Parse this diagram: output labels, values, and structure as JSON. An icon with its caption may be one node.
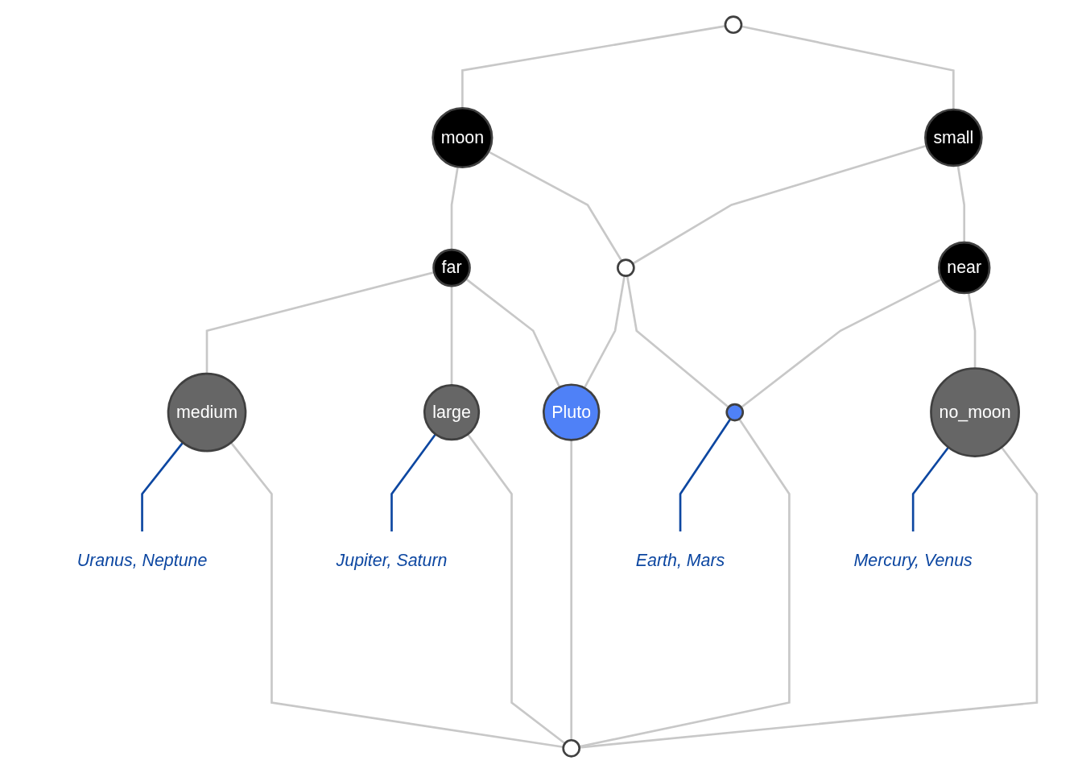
{
  "diagram": {
    "nodes": [
      {
        "text": [],
        "shape": "circle"
      },
      {
        "text": [
          "moon"
        ]
      },
      {
        "text": [
          "small"
        ]
      },
      {
        "text": [
          "far"
        ]
      },
      {
        "text": [],
        "shape": "circle"
      },
      {
        "text": [
          "near"
        ]
      },
      {
        "text": [
          "medium"
        ]
      },
      {
        "text": [
          "large"
        ]
      },
      {
        "text": [
          "Pluto"
        ]
      },
      {
        "text": [],
        "shape": "circle"
      },
      {
        "text": [
          "no_moon"
        ]
      },
      {
        "text": [
          "Uranus, Neptune"
        ]
      },
      {
        "text": [
          "Jupiter, Saturn"
        ]
      },
      {
        "text": [
          "Earth, Mars"
        ]
      },
      {
        "text": [
          "Mercury, Venus"
        ]
      },
      {
        "text": [],
        "shape": "circle"
      }
    ],
    "edges": [
      {
        "from": 0,
        "to": 1,
        "arrow": "none"
      },
      {
        "from": 0,
        "to": 2,
        "arrow": "none"
      },
      {
        "from": 1,
        "to": 3,
        "arrow": "none"
      },
      {
        "from": 1,
        "to": 4,
        "arrow": "none"
      },
      {
        "from": 2,
        "to": 4,
        "arrow": "none"
      },
      {
        "from": 2,
        "to": 5,
        "arrow": "none"
      },
      {
        "from": 3,
        "to": 6,
        "arrow": "none"
      },
      {
        "from": 3,
        "to": 7,
        "arrow": "none"
      },
      {
        "from": 3,
        "to": 8,
        "arrow": "none"
      },
      {
        "from": 4,
        "to": 8,
        "arrow": "none"
      },
      {
        "from": 4,
        "to": 9,
        "arrow": "none"
      },
      {
        "from": 5,
        "to": 9,
        "arrow": "none"
      },
      {
        "from": 5,
        "to": 10,
        "arrow": "none"
      },
      {
        "from": 6,
        "to": 11,
        "arrow": "none",
        "color": "#0d47a1"
      },
      {
        "from": 7,
        "to": 12,
        "arrow": "none",
        "color": "#0d47a1"
      },
      {
        "from": 9,
        "to": 13,
        "arrow": "none",
        "color": "#0d47a1"
      },
      {
        "from": 10,
        "to": 14,
        "arrow": "none",
        "color": "#0d47a1"
      },
      {
        "from": 6,
        "to": 15,
        "arrow": "none"
      },
      {
        "from": 7,
        "to": 15,
        "arrow": "none"
      },
      {
        "from": 8,
        "to": 15,
        "arrow": "none"
      },
      {
        "from": 9,
        "to": 15,
        "arrow": "none"
      },
      {
        "from": 10,
        "to": 15,
        "arrow": "none"
      }
    ]
  }
}
